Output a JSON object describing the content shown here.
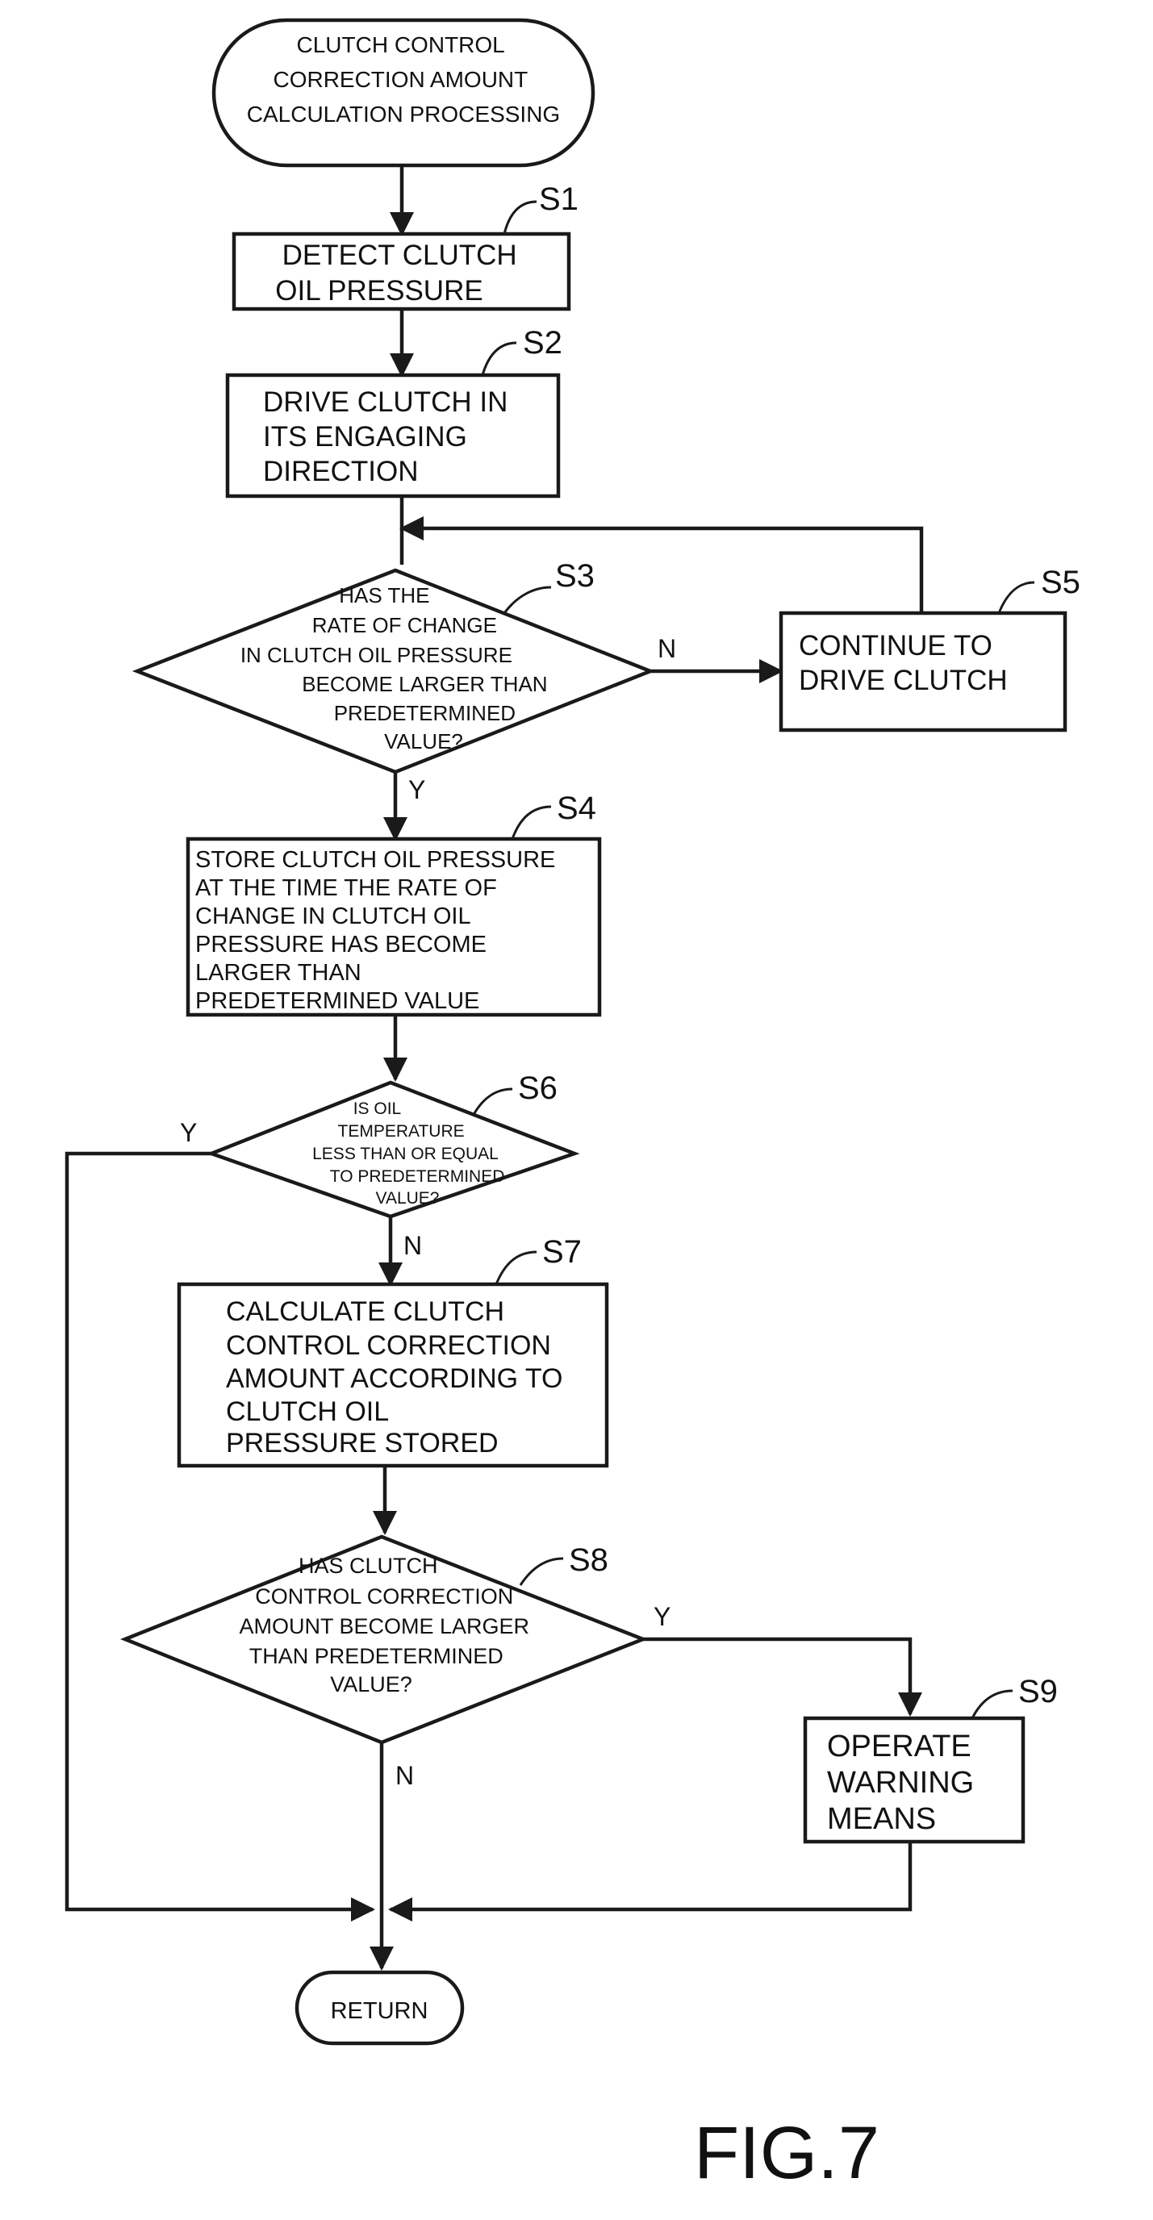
{
  "figure_label": "FIG.7",
  "nodes": {
    "start": {
      "lines": [
        "CLUTCH CONTROL",
        "CORRECTION AMOUNT",
        "CALCULATION PROCESSING"
      ]
    },
    "s1": {
      "step": "S1",
      "lines": [
        "DETECT CLUTCH",
        "OIL PRESSURE"
      ]
    },
    "s2": {
      "step": "S2",
      "lines": [
        "DRIVE CLUTCH IN",
        "ITS ENGAGING",
        "DIRECTION"
      ]
    },
    "s3": {
      "step": "S3",
      "lines": [
        "HAS THE",
        "RATE OF CHANGE",
        "IN CLUTCH OIL PRESSURE",
        "BECOME LARGER THAN",
        "PREDETERMINED",
        "VALUE?"
      ]
    },
    "s5": {
      "step": "S5",
      "lines": [
        "CONTINUE TO",
        "DRIVE CLUTCH"
      ]
    },
    "s4": {
      "step": "S4",
      "lines": [
        "STORE CLUTCH OIL PRESSURE",
        "AT THE TIME THE RATE OF",
        "CHANGE IN CLUTCH OIL",
        "PRESSURE HAS BECOME",
        "LARGER THAN",
        "PREDETERMINED VALUE"
      ]
    },
    "s6": {
      "step": "S6",
      "lines": [
        "IS OIL",
        "TEMPERATURE",
        "LESS THAN OR EQUAL",
        "TO PREDETERMINED",
        "VALUE?"
      ]
    },
    "s7": {
      "step": "S7",
      "lines": [
        "CALCULATE CLUTCH",
        "CONTROL CORRECTION",
        "AMOUNT ACCORDING TO",
        "CLUTCH OIL",
        "PRESSURE STORED"
      ]
    },
    "s8": {
      "step": "S8",
      "lines": [
        "HAS CLUTCH",
        "CONTROL CORRECTION",
        "AMOUNT BECOME LARGER",
        "THAN PREDETERMINED",
        "VALUE?"
      ]
    },
    "s9": {
      "step": "S9",
      "lines": [
        "OPERATE",
        "WARNING",
        "MEANS"
      ]
    },
    "end": {
      "lines": [
        "RETURN"
      ]
    }
  },
  "edge_labels": {
    "s3_no": "N",
    "s3_yes": "Y",
    "s6_yes": "Y",
    "s6_no": "N",
    "s8_yes": "Y",
    "s8_no": "N"
  }
}
